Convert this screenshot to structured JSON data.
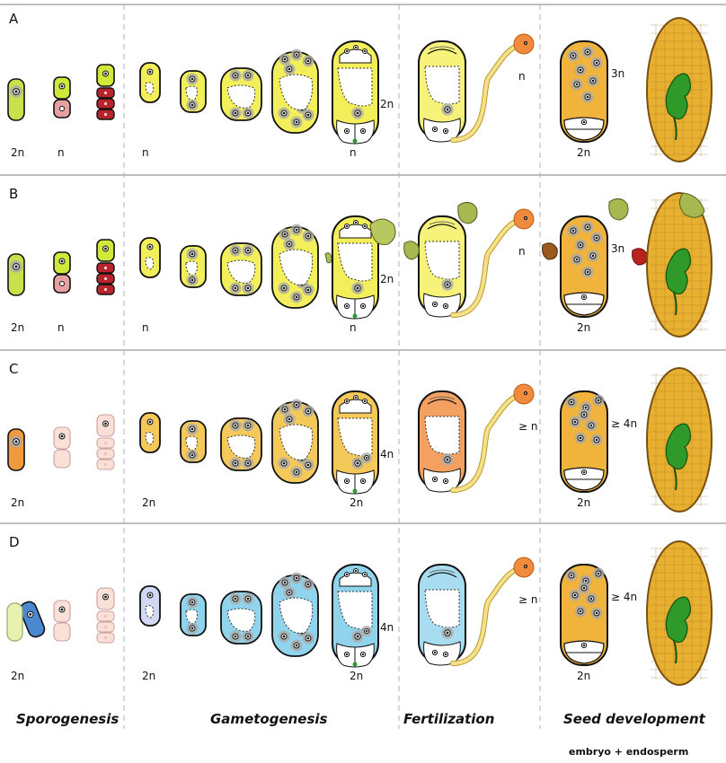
{
  "rows": [
    {
      "letter": "A",
      "ploidy": {
        "sporo_2n": "2n",
        "sporo_n": "n",
        "game_first": "n",
        "game_mature_bottom": "n",
        "game_mature_side": "2n",
        "pollen": "n",
        "endosperm": "3n",
        "seed_bottom": "2n"
      },
      "colors": {
        "sporocyte": "#c9e04a",
        "tetrad_top": "#cfe83a",
        "dyad_bottom": "#e8a0a0",
        "tetrad_bottom": "#b8242c",
        "gameto": "#f2ef5a",
        "fert": "#f7f27a",
        "seed": "#f0b43c"
      }
    },
    {
      "letter": "B",
      "ploidy": {
        "sporo_2n": "2n",
        "sporo_n": "n",
        "game_first": "n",
        "game_mature_bottom": "n",
        "game_mature_side": "2n",
        "pollen": "n",
        "endosperm": "3n",
        "seed_bottom": "2n"
      },
      "colors": {
        "sporocyte": "#c9e04a",
        "tetrad_top": "#cfe83a",
        "dyad_bottom": "#e8a0a0",
        "tetrad_bottom": "#b8242c",
        "gameto": "#f2ef5a",
        "fert": "#f7f27a",
        "seed": "#f0b43c"
      }
    },
    {
      "letter": "C",
      "ploidy": {
        "sporo_2n": "2n",
        "game_first": "2n",
        "game_mature_bottom": "2n",
        "game_mature_side": "4n",
        "pollen": "≥ n",
        "endosperm": "≥ 4n",
        "seed_bottom": "2n"
      },
      "colors": {
        "sporocyte": "#f09a3c",
        "tetrad_top": "#fbe0d8",
        "dyad_bottom": "#fbe0d8",
        "tetrad_bottom": "#fbe0d8",
        "gameto": "#f5c85a",
        "fert": "#f4a060",
        "seed": "#f0b43c"
      }
    },
    {
      "letter": "D",
      "ploidy": {
        "sporo_2n": "2n",
        "game_first": "2n",
        "game_mature_bottom": "2n",
        "game_mature_side": "4n",
        "pollen": "≥ n",
        "endosperm": "≥ 4n",
        "seed_bottom": "2n"
      },
      "colors": {
        "sporocyte": "#4a88d0",
        "tetrad_top": "#fbe0d8",
        "dyad_bottom": "#fbe0d8",
        "tetrad_bottom": "#fbe0d8",
        "gameto": "#8fd4ec",
        "fert": "#a8dcf0",
        "seed": "#f0b43c"
      }
    }
  ],
  "stages": [
    "Sporogenesis",
    "Gametogenesis",
    "Fertilization",
    "Seed development"
  ],
  "footer": "embryo + endosperm",
  "palette": {
    "pollen": "#f08a3c",
    "pollen_tube": "#f7e088",
    "embryo": "#2f9a2a",
    "seed_coat": "#e8b030",
    "cell_outline": "#111111",
    "divider": "#999999"
  }
}
